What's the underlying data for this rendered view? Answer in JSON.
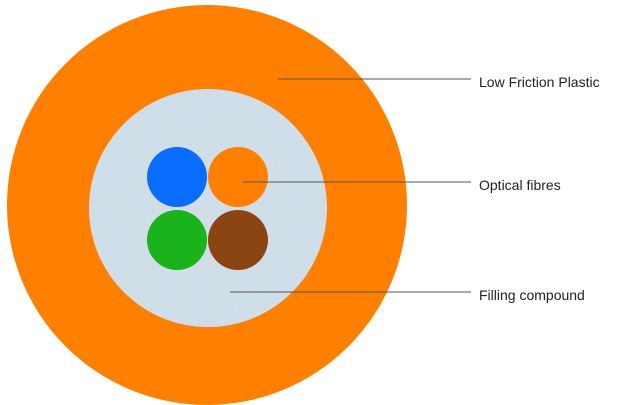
{
  "labels": {
    "outer_sheath": "Low Friction Plastic",
    "fibres": "Optical fibres",
    "filling": "Filling compound"
  },
  "colors": {
    "outer_sheath": "#ff7f00",
    "filling": "#c8d8e4",
    "fibre_blue": "#0a6dff",
    "fibre_orange": "#ff7f00",
    "fibre_green": "#1bb31b",
    "fibre_brown": "#8b4513",
    "leader_line": "#555555"
  }
}
